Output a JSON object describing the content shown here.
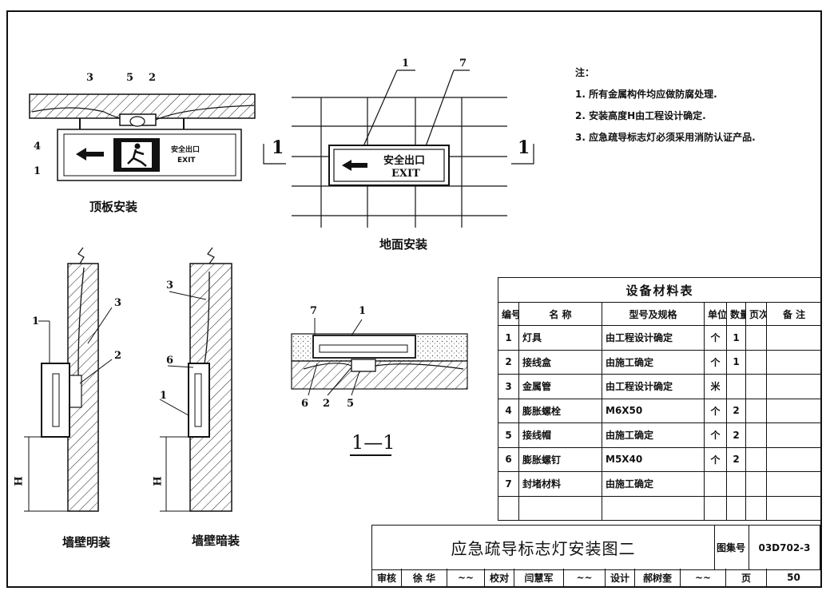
{
  "drawings": {
    "ceiling": {
      "caption": "顶板安装",
      "sign_text_cn": "安全出口",
      "sign_text_en": "EXIT",
      "callouts": [
        "3",
        "5",
        "2",
        "4",
        "1"
      ]
    },
    "floor": {
      "caption": "地面安装",
      "sign_text_cn": "安全出口",
      "sign_text_en": "EXIT",
      "callouts": [
        "1",
        "7"
      ],
      "section_mark_left": "1",
      "section_mark_right": "1"
    },
    "wall_surface": {
      "caption": "墙壁明装",
      "callouts": [
        "1",
        "3",
        "2"
      ],
      "height_label": "H"
    },
    "wall_recessed": {
      "caption": "墙壁暗装",
      "callouts": [
        "3",
        "6",
        "1"
      ],
      "height_label": "H"
    },
    "section": {
      "caption": "1—1",
      "callouts": [
        "7",
        "1",
        "6",
        "2",
        "5"
      ]
    }
  },
  "notes": {
    "heading": "注：",
    "items": [
      "1. 所有金属构件均应做防腐处理.",
      "2. 安装高度H由工程设计确定.",
      "3. 应急疏导标志灯必须采用消防认证产品."
    ]
  },
  "materials": {
    "title": "设备材料表",
    "headers": [
      "编号",
      "名 称",
      "型号及规格",
      "单位",
      "数量",
      "页次",
      "备 注"
    ],
    "rows": [
      [
        "1",
        "灯具",
        "由工程设计确定",
        "个",
        "1",
        "",
        ""
      ],
      [
        "2",
        "接线盒",
        "由施工确定",
        "个",
        "1",
        "",
        ""
      ],
      [
        "3",
        "金属管",
        "由工程设计确定",
        "米",
        "",
        "",
        ""
      ],
      [
        "4",
        "膨胀螺栓",
        "M6X50",
        "个",
        "2",
        "",
        ""
      ],
      [
        "5",
        "接线帽",
        "由施工确定",
        "个",
        "2",
        "",
        ""
      ],
      [
        "6",
        "膨胀螺钉",
        "M5X40",
        "个",
        "2",
        "",
        ""
      ],
      [
        "7",
        "封堵材料",
        "由施工确定",
        "",
        "",
        "",
        ""
      ],
      [
        "",
        "",
        "",
        "",
        "",
        "",
        ""
      ]
    ]
  },
  "title_block": {
    "title": "应急疏导标志灯安装图二",
    "atlas_label": "图集号",
    "atlas_no": "03D702-3",
    "page_label": "页",
    "page_no": "50",
    "review_label": "审核",
    "reviewer": "徐 华",
    "check_label": "校对",
    "checker": "闫慧军",
    "design_label": "设计",
    "designer": "郝树奎"
  }
}
